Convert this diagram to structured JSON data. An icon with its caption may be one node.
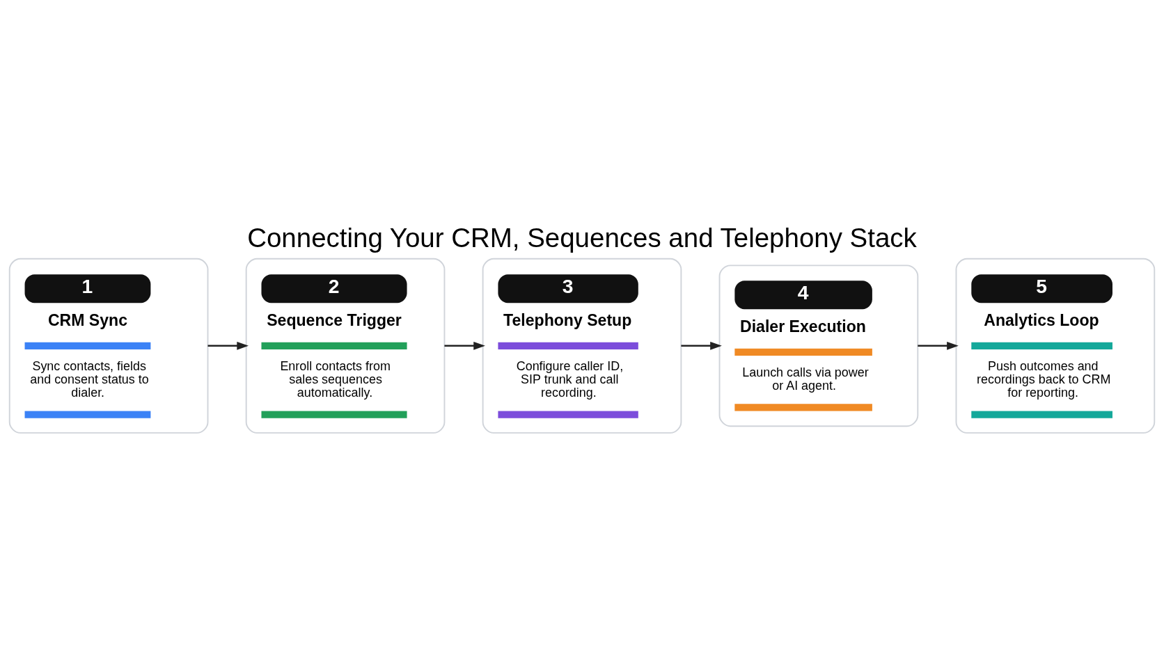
{
  "diagram": {
    "title": "Connecting Your CRM, Sequences and Telephony Stack",
    "nodes": [
      {
        "text": [
          "1",
          "CRM Sync",
          "Sync contacts, fields and consent status to dialer."
        ]
      },
      {
        "text": [
          "2",
          "Sequence Trigger",
          "Enroll contacts from sales sequences automatically."
        ]
      },
      {
        "text": [
          "3",
          "Telephony Setup",
          "Configure caller ID, SIP trunk and call recording."
        ]
      },
      {
        "text": [
          "4",
          "Dialer Execution",
          "Launch calls via power or AI agent."
        ]
      },
      {
        "text": [
          "5",
          "Analytics Loop",
          "Push outcomes and recordings back to CRM for reporting."
        ]
      }
    ],
    "edges": [
      {
        "from": 0,
        "to": 1,
        "arrow": "to"
      },
      {
        "from": 1,
        "to": 2,
        "arrow": "to"
      },
      {
        "from": 2,
        "to": 3,
        "arrow": "to"
      },
      {
        "from": 3,
        "to": 4,
        "arrow": "to"
      }
    ]
  }
}
